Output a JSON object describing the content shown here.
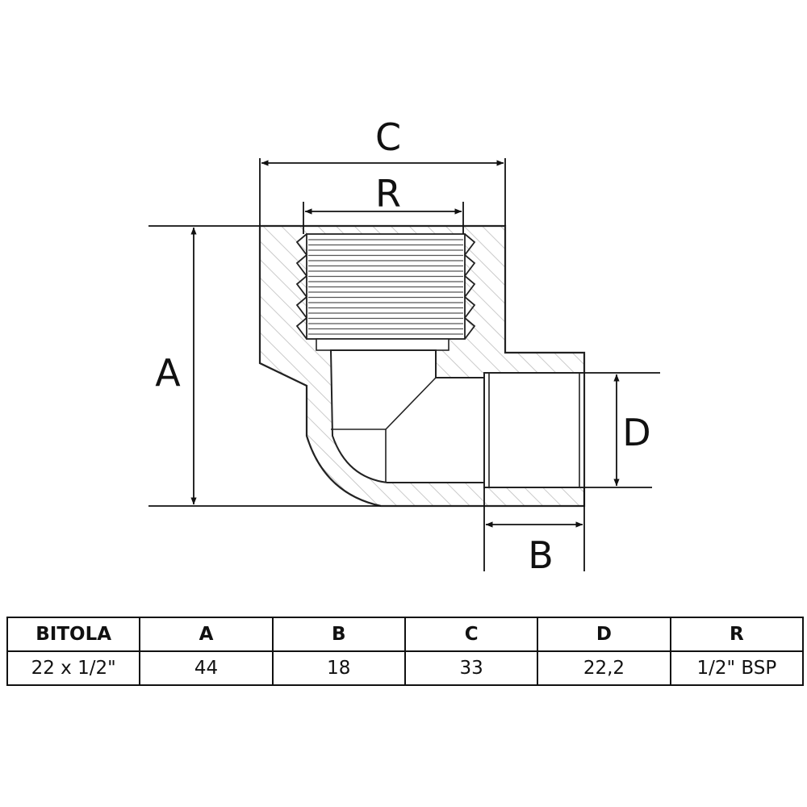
{
  "drawing": {
    "labels": {
      "c": "C",
      "r": "R",
      "a": "A",
      "d": "D",
      "b": "B"
    }
  },
  "table": {
    "headers": [
      "BITOLA",
      "A",
      "B",
      "C",
      "D",
      "R"
    ],
    "row": [
      "22 x 1/2\"",
      "44",
      "18",
      "33",
      "22,2",
      "1/2\" BSP"
    ]
  }
}
